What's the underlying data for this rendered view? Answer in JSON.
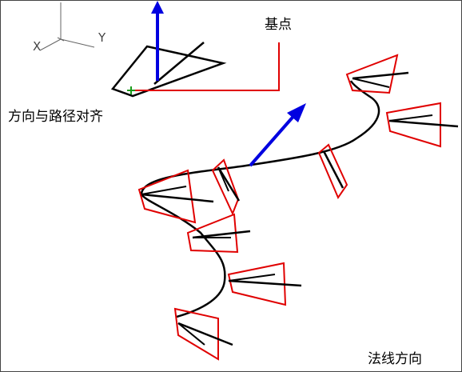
{
  "labels": {
    "base_point": "基点",
    "align_to_path": "方向与路径对齐",
    "normal_direction": "法线方向"
  },
  "ucs": {
    "x_label": "X",
    "y_label": "Y"
  },
  "colors": {
    "profile": "#e00000",
    "path": "#000000",
    "vector": "#0000e0",
    "base_point_marker": "#1a9a1a",
    "ucs": "#666666"
  }
}
